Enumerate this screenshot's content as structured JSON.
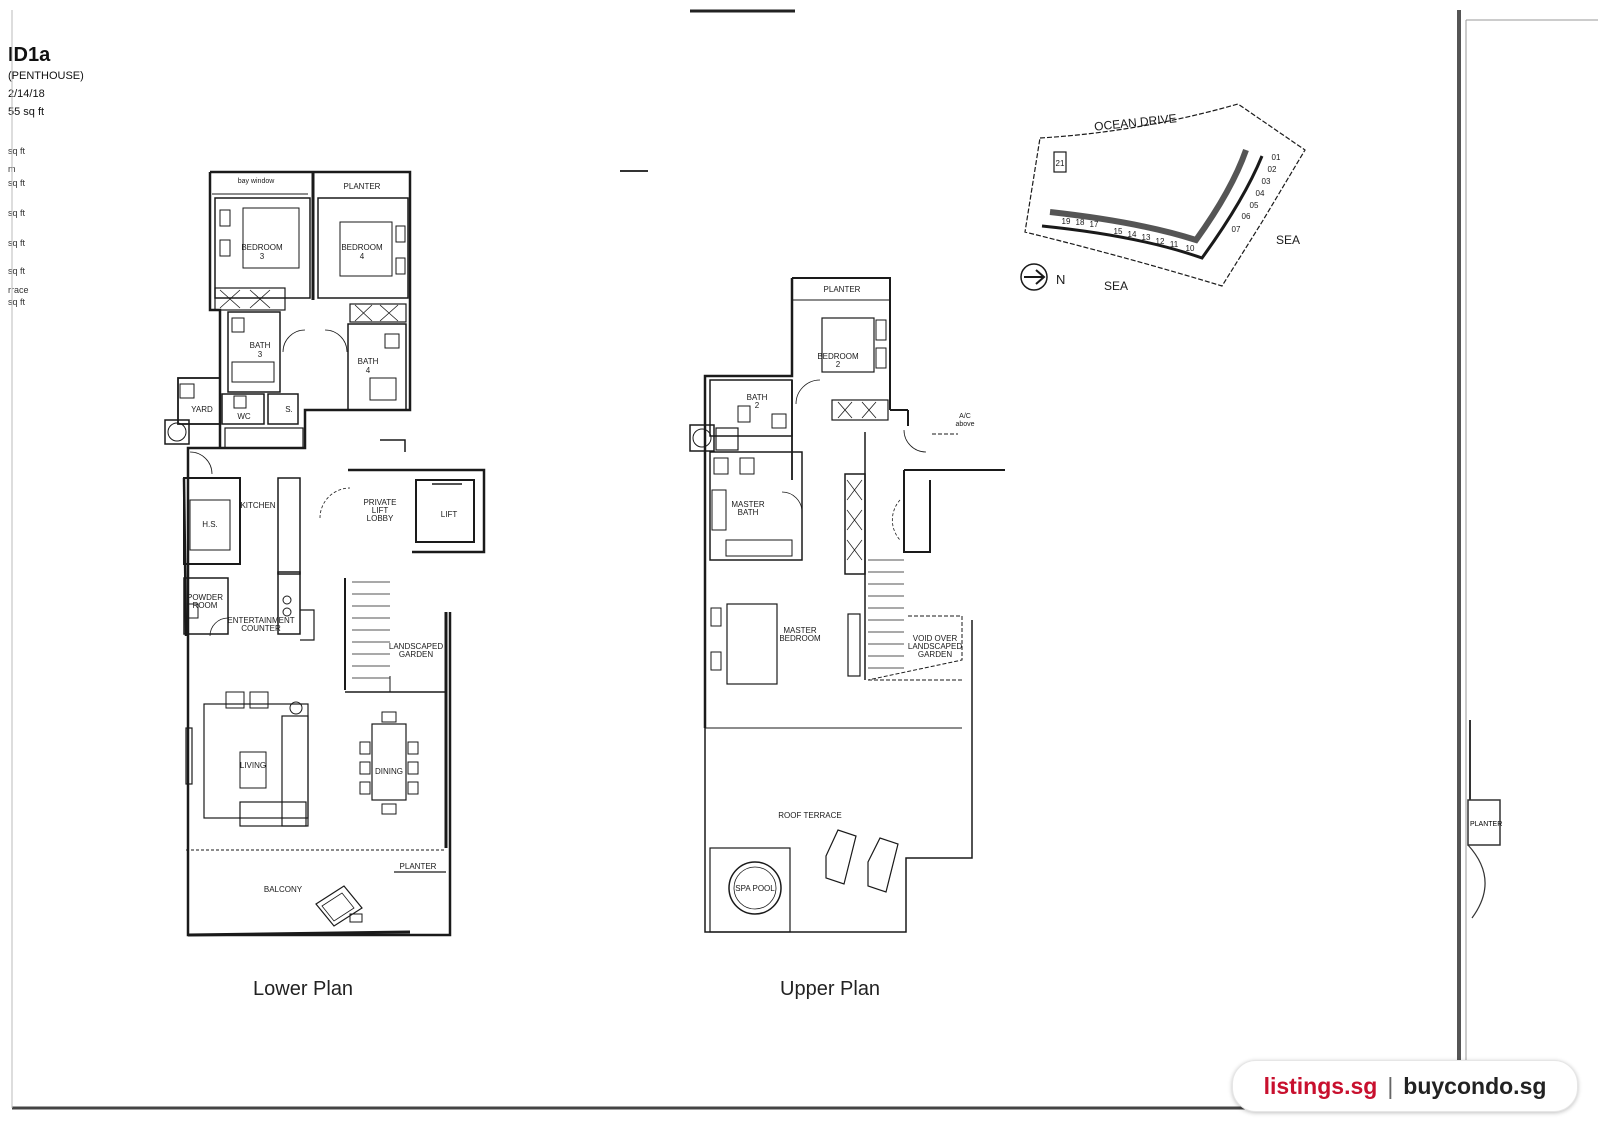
{
  "header": {
    "unit_type": "ID1a",
    "category": "(PENTHOUSE)",
    "unit_numbers": "2/14/18",
    "area": "55 sq ft"
  },
  "side_labels": [
    "sq ft",
    "m",
    "sq ft",
    "sq ft",
    "sq ft",
    "sq ft",
    "rrace",
    "sq ft"
  ],
  "lower_plan": {
    "title": "Lower Plan",
    "rooms": {
      "bay_window": "bay window",
      "planter_top": "PLANTER",
      "bedroom3_a": "BEDROOM",
      "bedroom3_b": "3",
      "bedroom4_a": "BEDROOM",
      "bedroom4_b": "4",
      "bath3_a": "BATH",
      "bath3_b": "3",
      "bath4_a": "BATH",
      "bath4_b": "4",
      "yard": "YARD",
      "wc": "WC",
      "store": "S.",
      "kitchen": "KITCHEN",
      "hs": "H.S.",
      "lobby_a": "PRIVATE",
      "lobby_b": "LIFT",
      "lobby_c": "LOBBY",
      "lift": "LIFT",
      "powder_a": "POWDER",
      "powder_b": "ROOM",
      "entertain_a": "ENTERTAINMENT",
      "entertain_b": "COUNTER",
      "garden_a": "LANDSCAPED",
      "garden_b": "GARDEN",
      "living": "LIVING",
      "dining": "DINING",
      "planter_bottom": "PLANTER",
      "balcony": "BALCONY"
    }
  },
  "upper_plan": {
    "title": "Upper Plan",
    "rooms": {
      "planter": "PLANTER",
      "bedroom2_a": "BEDROOM",
      "bedroom2_b": "2",
      "bath2_a": "BATH",
      "bath2_b": "2",
      "ac_a": "A/C",
      "ac_b": "above",
      "master_bath_a": "MASTER",
      "master_bath_b": "BATH",
      "master_bed_a": "MASTER",
      "master_bed_b": "BEDROOM",
      "void_a": "VOID OVER",
      "void_b": "LANDSCAPED",
      "void_c": "GARDEN",
      "roof_terrace": "ROOF TERRACE",
      "spa_pool": "SPA POOL"
    }
  },
  "site_plan": {
    "road": "OCEAN DRIVE",
    "sea_right": "SEA",
    "sea_bottom": "SEA",
    "north": "N",
    "blocks_curve": [
      "01",
      "02",
      "03",
      "04",
      "05",
      "06",
      "07"
    ],
    "blocks_row": [
      "19",
      "18",
      "17",
      "15",
      "14",
      "13",
      "12",
      "11",
      "10"
    ],
    "block_top": "21"
  },
  "adjacent_page": {
    "label": "PLANTER"
  },
  "watermark": {
    "site_a": "listings.sg",
    "separator": "|",
    "site_b": "buycondo.sg",
    "color_a": "#c8102e"
  }
}
